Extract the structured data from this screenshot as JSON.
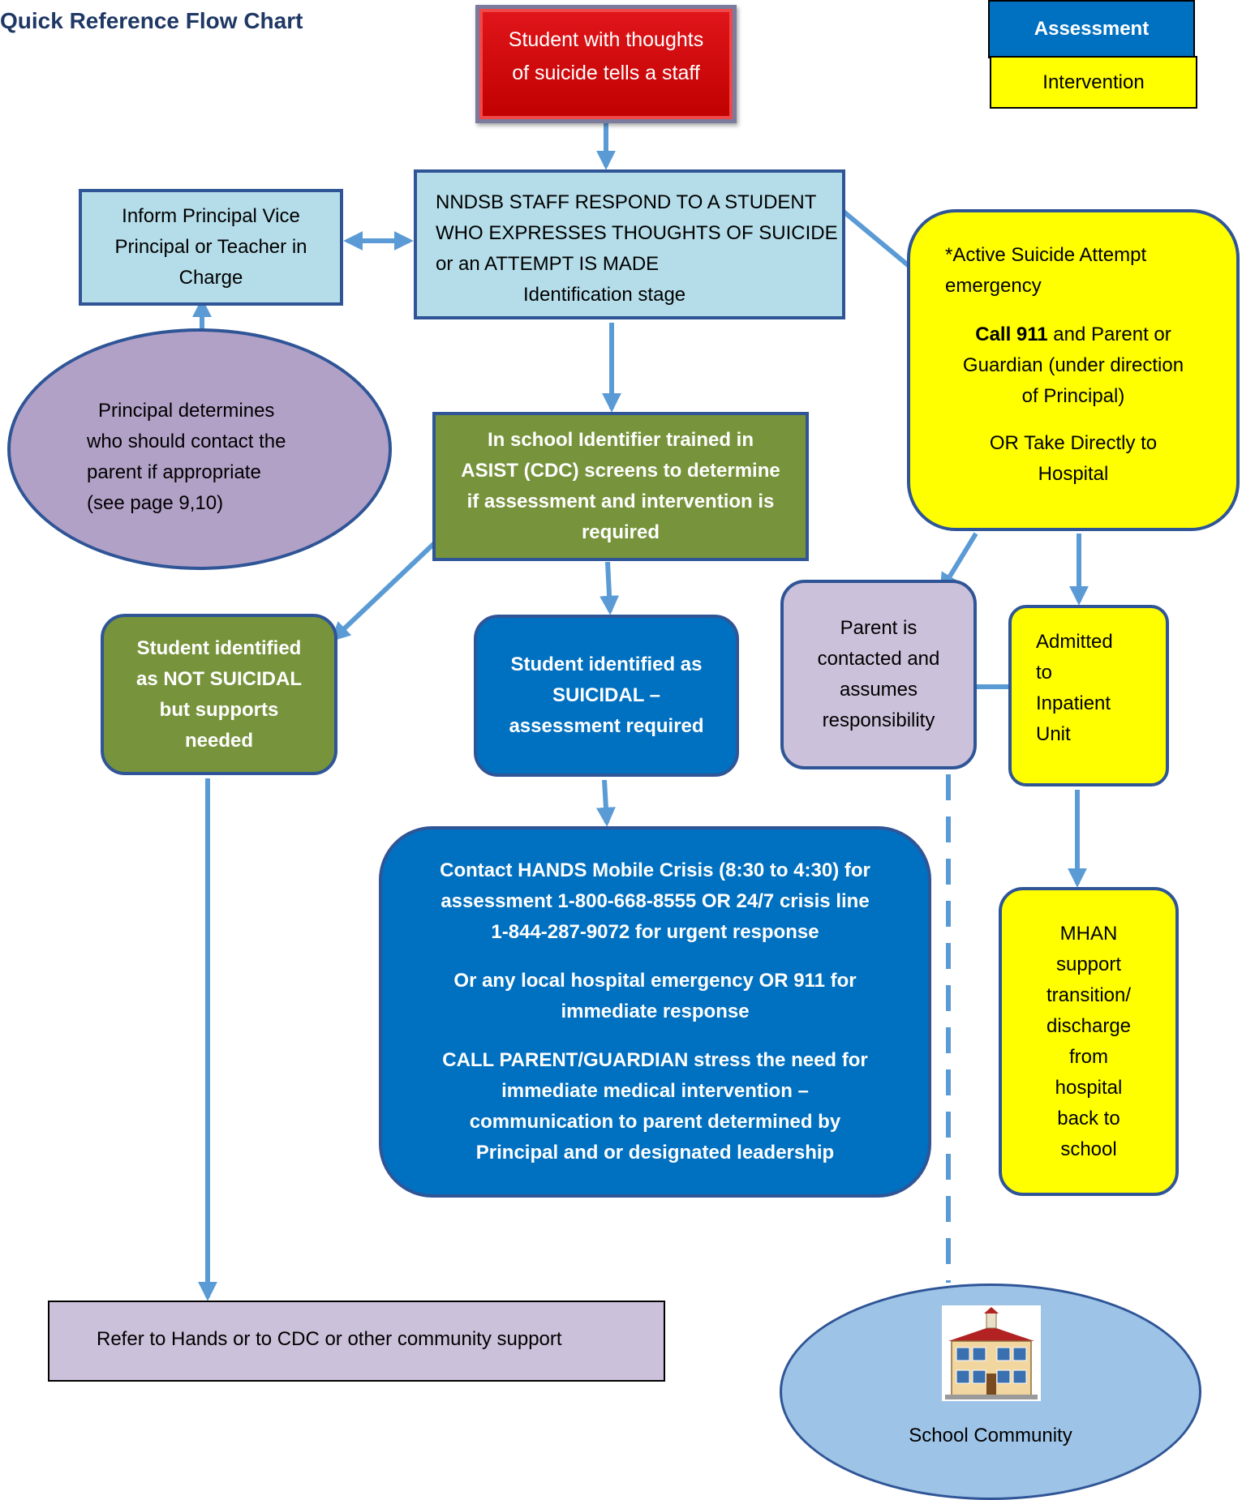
{
  "title": "Quick Reference Flow Chart",
  "legend": {
    "assessment": "Assessment",
    "intervention": "Intervention",
    "assessment_color": "#0070c0",
    "intervention_color": "#ffff00"
  },
  "nodes": {
    "start": {
      "lines": [
        "Student with thoughts",
        "of suicide tells a staff"
      ],
      "color": "#c00000"
    },
    "staff_respond": {
      "lines": [
        "NNDSB STAFF RESPOND TO A STUDENT",
        "WHO EXPRESSES THOUGHTS OF SUICIDE",
        "or an ATTEMPT IS MADE"
      ],
      "stage": "Identification stage"
    },
    "inform": {
      "lines": [
        "Inform Principal Vice",
        "Principal or Teacher in",
        "Charge"
      ]
    },
    "principal_determines": {
      "lines": [
        "Principal determines",
        "who should contact the",
        "parent if appropriate",
        "(see page 9,10)"
      ]
    },
    "screen": {
      "lines": [
        "In school Identifier trained in",
        "ASIST  (CDC) screens to determine",
        "if assessment and intervention is",
        "required"
      ]
    },
    "not_suicidal": {
      "lines": [
        "Student identified",
        "as NOT SUICIDAL",
        "but supports",
        "needed"
      ]
    },
    "suicidal": {
      "lines": [
        "Student identified as",
        "SUICIDAL –",
        "assessment required"
      ]
    },
    "contact_hands": {
      "p1": [
        "Contact HANDS Mobile Crisis (8:30 to 4:30) for",
        "assessment 1-800-668-8555 OR 24/7 crisis line",
        "1-844-287-9072 for urgent response"
      ],
      "p2": [
        "Or any local hospital emergency OR 911 for",
        "immediate response"
      ],
      "p3": [
        "CALL PARENT/GUARDIAN stress the need for",
        "immediate medical intervention –",
        "communication to parent determined by",
        "Principal and or designated leadership"
      ]
    },
    "active_attempt": {
      "head": [
        "*Active Suicide Attempt",
        "emergency"
      ],
      "call_bold": "Call 911",
      "call_rest": " and Parent or",
      "call_lines": [
        "Guardian (under direction",
        "of Principal)"
      ],
      "or_lines": [
        "OR Take Directly to",
        "Hospital"
      ]
    },
    "parent_contacted": {
      "lines": [
        "Parent is",
        "contacted and",
        "assumes",
        "responsibility"
      ]
    },
    "admitted": {
      "lines": [
        "Admitted",
        "to",
        "Inpatient",
        "Unit"
      ]
    },
    "mhan": {
      "lines": [
        "MHAN",
        "support",
        "transition/",
        "discharge",
        "from",
        "hospital",
        "back to",
        "school"
      ]
    },
    "refer": {
      "text": "Refer to Hands or to CDC or other community support"
    },
    "school_community": {
      "label": "School Community",
      "icon": "school-building-icon"
    }
  },
  "connector_color": "#5b9bd5"
}
